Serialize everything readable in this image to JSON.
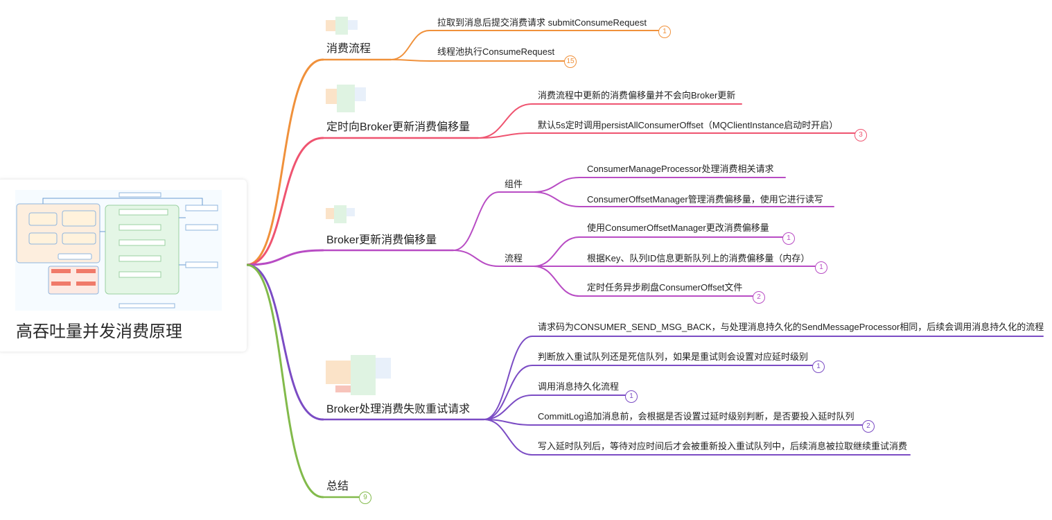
{
  "root": {
    "title": "高吞吐量并发消费原理"
  },
  "branches": [
    {
      "label": "消费流程",
      "color": "#f0913b",
      "children": [
        {
          "label": "拉取到消息后提交消费请求 submitConsumeRequest",
          "badge": "1"
        },
        {
          "label": "线程池执行ConsumeRequest",
          "badge": "15"
        }
      ]
    },
    {
      "label": "定时向Broker更新消费偏移量",
      "color": "#ef5470",
      "children": [
        {
          "label": "消费流程中更新的消费偏移量并不会向Broker更新"
        },
        {
          "label": "默认5s定时调用persistAllConsumerOffset（MQClientInstance启动时开启）",
          "badge": "3"
        }
      ]
    },
    {
      "label": "Broker更新消费偏移量",
      "color": "#b84cc4",
      "groups": [
        {
          "label": "组件",
          "children": [
            {
              "label": "ConsumerManageProcessor处理消费相关请求"
            },
            {
              "label": "ConsumerOffsetManager管理消费偏移量，使用它进行读写"
            }
          ]
        },
        {
          "label": "流程",
          "children": [
            {
              "label": "使用ConsumerOffsetManager更改消费偏移量",
              "badge": "1"
            },
            {
              "label": "根据Key、队列ID信息更新队列上的消费偏移量（内存）",
              "badge": "1"
            },
            {
              "label": "定时任务异步刷盘ConsumerOffset文件",
              "badge": "2"
            }
          ]
        }
      ]
    },
    {
      "label": "Broker处理消费失败重试请求",
      "color": "#7b4cc4",
      "children": [
        {
          "label": "请求码为CONSUMER_SEND_MSG_BACK，与处理消息持久化的SendMessageProcessor相同，后续会调用消息持久化的流程"
        },
        {
          "label": "判断放入重试队列还是死信队列，如果是重试则会设置对应延时级别",
          "badge": "1"
        },
        {
          "label": "调用消息持久化流程",
          "badge": "1"
        },
        {
          "label": "CommitLog追加消息前，会根据是否设置过延时级别判断，是否要投入延时队列",
          "badge": "2"
        },
        {
          "label": "写入延时队列后，等待对应时间后才会被重新投入重试队列中，后续消息被拉取继续重试消费"
        }
      ]
    },
    {
      "label": "总结",
      "color": "#82ba4b",
      "badge": "9"
    }
  ]
}
